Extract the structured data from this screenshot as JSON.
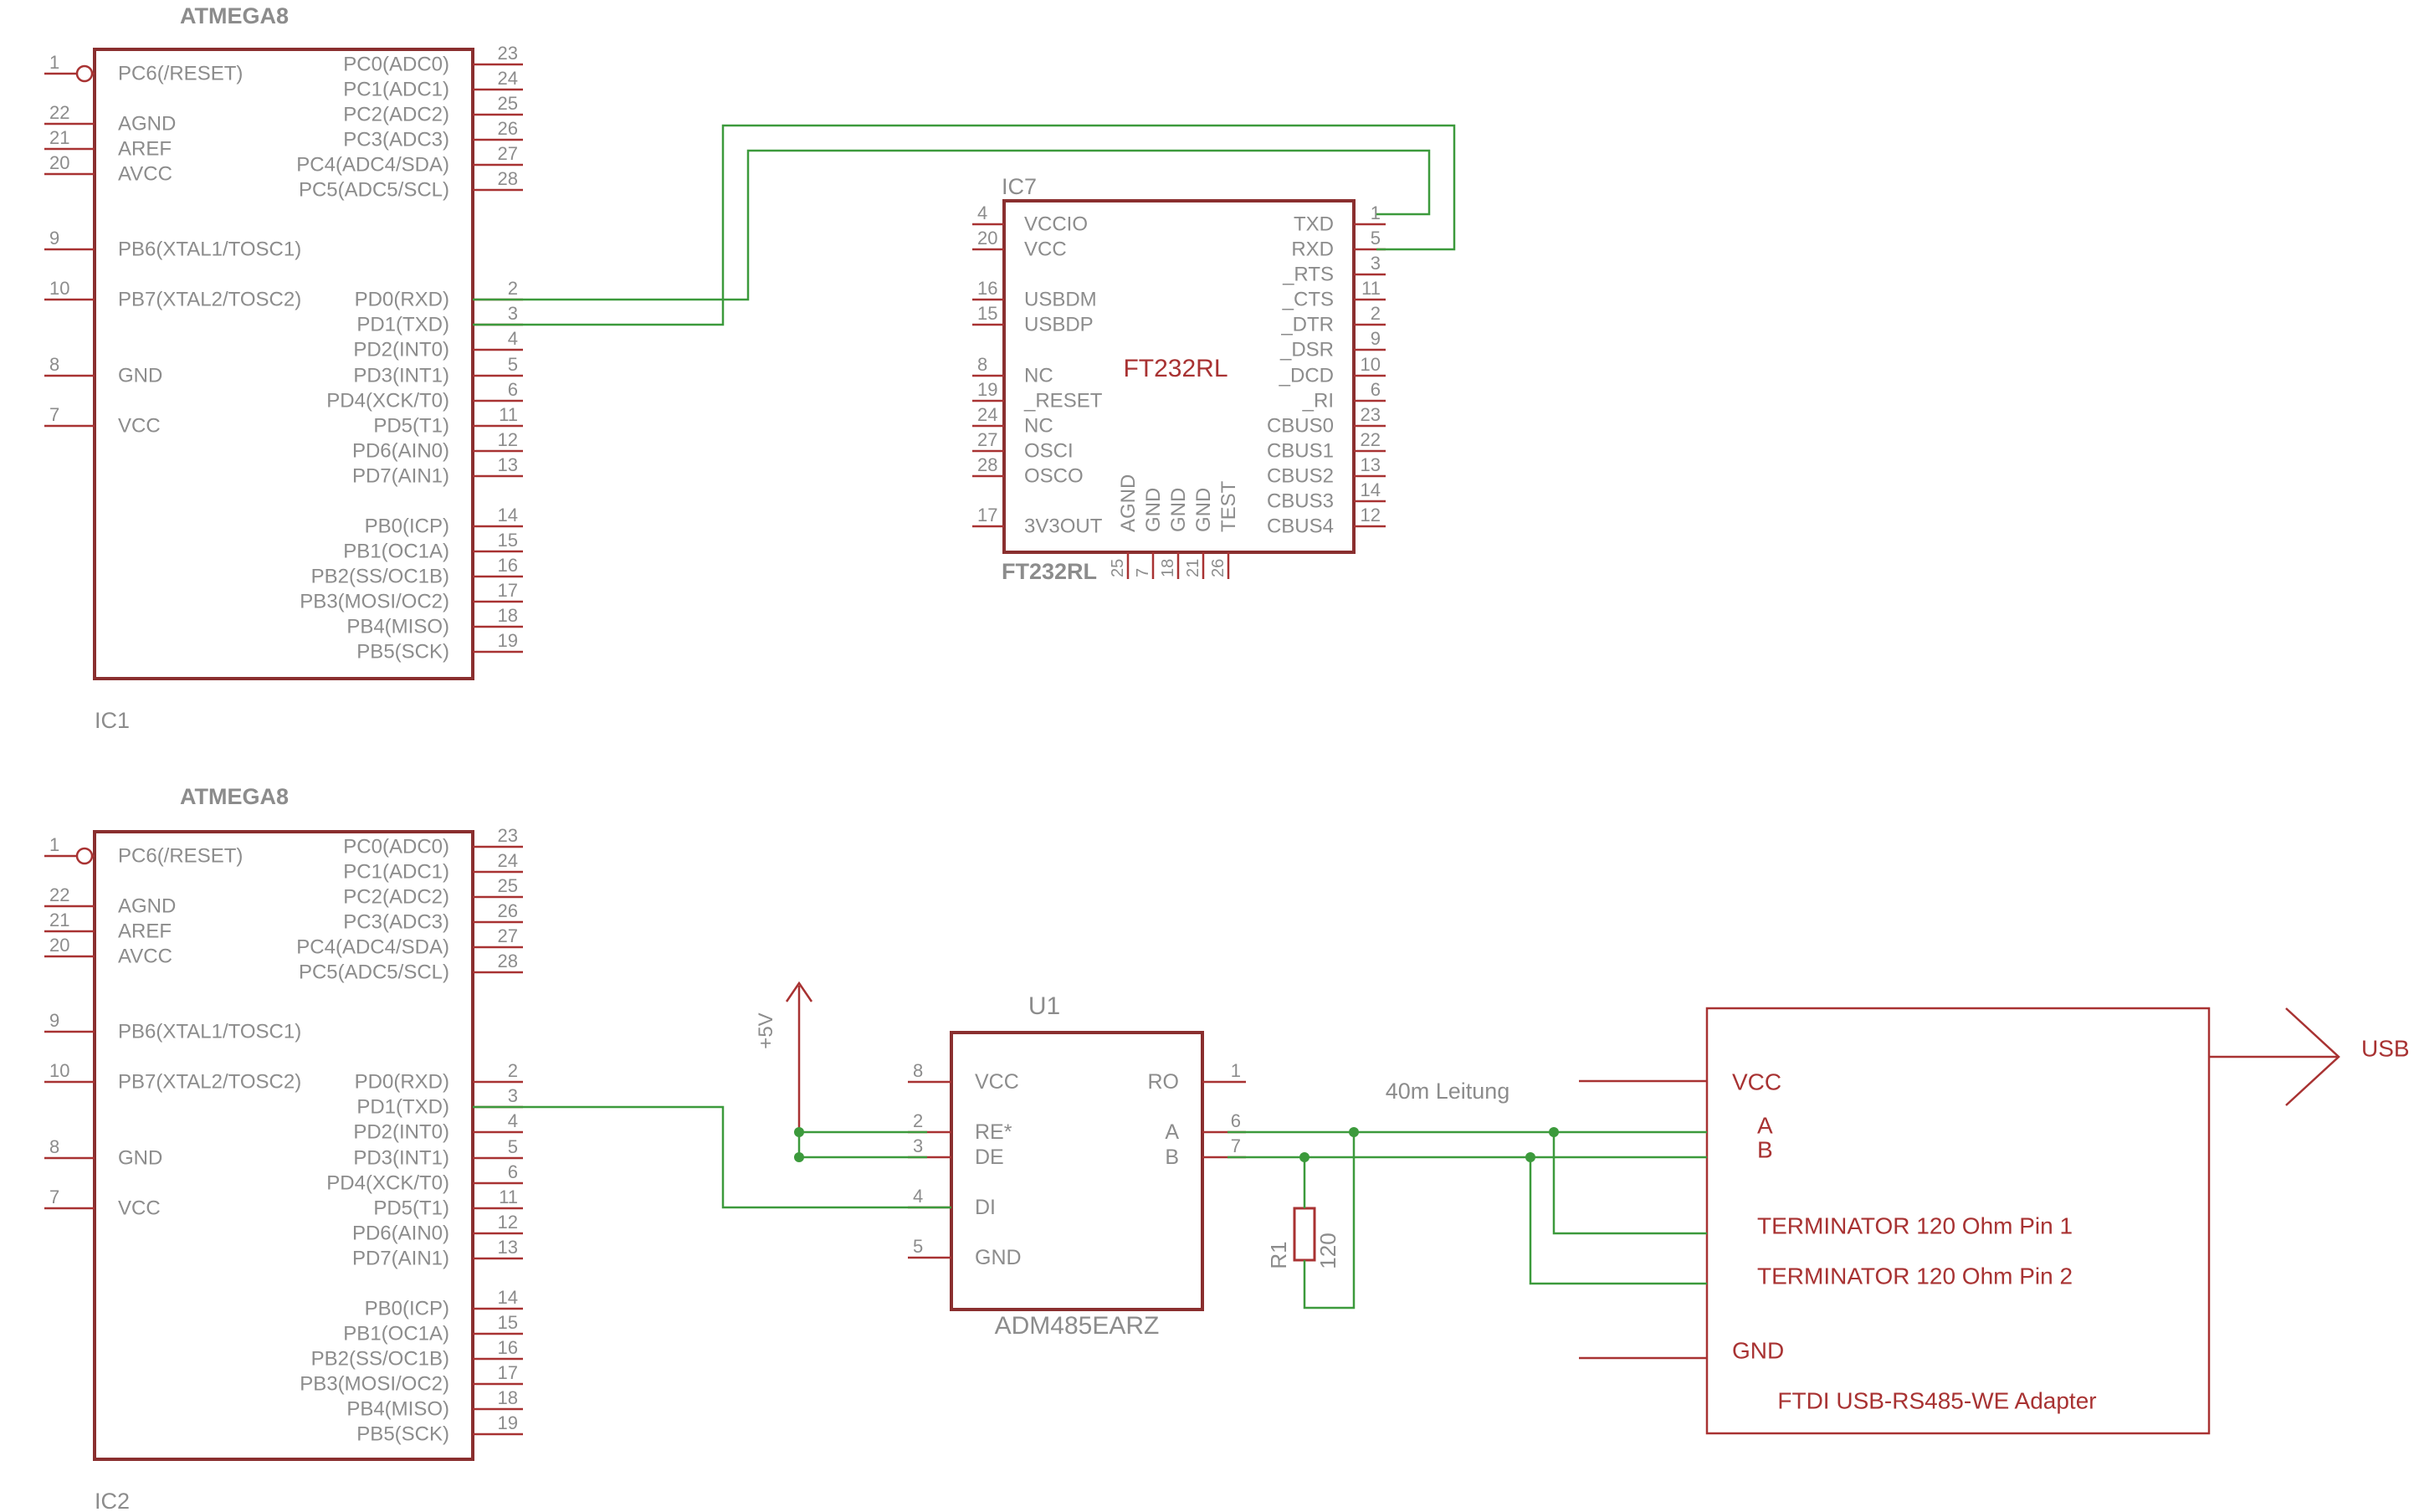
{
  "colors": {
    "part_body": "#8a2f2f",
    "pin_line": "#a83232",
    "wire": "#3c9a3c",
    "label_grey": "#8c8c8c",
    "label_red": "#a83232"
  },
  "ic1": {
    "value": "ATMEGA8",
    "name": "IC1",
    "left_pins": [
      {
        "num": "1",
        "label": "PC6(/RESET)"
      },
      {
        "num": "22",
        "label": "AGND"
      },
      {
        "num": "21",
        "label": "AREF"
      },
      {
        "num": "20",
        "label": "AVCC"
      },
      {
        "num": "9",
        "label": "PB6(XTAL1/TOSC1)"
      },
      {
        "num": "10",
        "label": "PB7(XTAL2/TOSC2)"
      },
      {
        "num": "8",
        "label": "GND"
      },
      {
        "num": "7",
        "label": "VCC"
      }
    ],
    "right_pins": [
      {
        "num": "23",
        "label": "PC0(ADC0)"
      },
      {
        "num": "24",
        "label": "PC1(ADC1)"
      },
      {
        "num": "25",
        "label": "PC2(ADC2)"
      },
      {
        "num": "26",
        "label": "PC3(ADC3)"
      },
      {
        "num": "27",
        "label": "PC4(ADC4/SDA)"
      },
      {
        "num": "28",
        "label": "PC5(ADC5/SCL)"
      },
      {
        "num": "2",
        "label": "PD0(RXD)"
      },
      {
        "num": "3",
        "label": "PD1(TXD)"
      },
      {
        "num": "4",
        "label": "PD2(INT0)"
      },
      {
        "num": "5",
        "label": "PD3(INT1)"
      },
      {
        "num": "6",
        "label": "PD4(XCK/T0)"
      },
      {
        "num": "11",
        "label": "PD5(T1)"
      },
      {
        "num": "12",
        "label": "PD6(AIN0)"
      },
      {
        "num": "13",
        "label": "PD7(AIN1)"
      },
      {
        "num": "14",
        "label": "PB0(ICP)"
      },
      {
        "num": "15",
        "label": "PB1(OC1A)"
      },
      {
        "num": "16",
        "label": "PB2(SS/OC1B)"
      },
      {
        "num": "17",
        "label": "PB3(MOSI/OC2)"
      },
      {
        "num": "18",
        "label": "PB4(MISO)"
      },
      {
        "num": "19",
        "label": "PB5(SCK)"
      }
    ]
  },
  "ic2": {
    "value": "ATMEGA8",
    "name": "IC2"
  },
  "ic7": {
    "name": "IC7",
    "value": "FT232RL",
    "center_label": "FT232RL",
    "left_pins": [
      {
        "num": "4",
        "label": "VCCIO"
      },
      {
        "num": "20",
        "label": "VCC"
      },
      {
        "num": "16",
        "label": "USBDM"
      },
      {
        "num": "15",
        "label": "USBDP"
      },
      {
        "num": "8",
        "label": "NC"
      },
      {
        "num": "19",
        "label": "_RESET"
      },
      {
        "num": "24",
        "label": "NC"
      },
      {
        "num": "27",
        "label": "OSCI"
      },
      {
        "num": "28",
        "label": "OSCO"
      },
      {
        "num": "17",
        "label": "3V3OUT"
      }
    ],
    "right_pins": [
      {
        "num": "1",
        "label": "TXD"
      },
      {
        "num": "5",
        "label": "RXD"
      },
      {
        "num": "3",
        "label": "_RTS"
      },
      {
        "num": "11",
        "label": "_CTS"
      },
      {
        "num": "2",
        "label": "_DTR"
      },
      {
        "num": "9",
        "label": "_DSR"
      },
      {
        "num": "10",
        "label": "_DCD"
      },
      {
        "num": "6",
        "label": "_RI"
      },
      {
        "num": "23",
        "label": "CBUS0"
      },
      {
        "num": "22",
        "label": "CBUS1"
      },
      {
        "num": "13",
        "label": "CBUS2"
      },
      {
        "num": "14",
        "label": "CBUS3"
      },
      {
        "num": "12",
        "label": "CBUS4"
      }
    ],
    "bottom_pins": [
      {
        "num": "25",
        "label": "AGND"
      },
      {
        "num": "7",
        "label": "GND"
      },
      {
        "num": "18",
        "label": "GND"
      },
      {
        "num": "21",
        "label": "GND"
      },
      {
        "num": "26",
        "label": "TEST"
      }
    ]
  },
  "u1": {
    "name": "U1",
    "value": "ADM485EARZ",
    "left_pins": [
      {
        "num": "8",
        "label": "VCC"
      },
      {
        "num": "2",
        "label": "RE*"
      },
      {
        "num": "3",
        "label": "DE"
      },
      {
        "num": "4",
        "label": "DI"
      },
      {
        "num": "5",
        "label": "GND"
      }
    ],
    "right_pins": [
      {
        "num": "1",
        "label": "RO"
      },
      {
        "num": "6",
        "label": "A"
      },
      {
        "num": "7",
        "label": "B"
      }
    ]
  },
  "power": {
    "label": "+5V"
  },
  "r1": {
    "name": "R1",
    "value": "120"
  },
  "cable_label": "40m Leitung",
  "adapter": {
    "pins": {
      "vcc": "VCC",
      "a": "A",
      "b": "B",
      "term1": "TERMINATOR 120 Ohm Pin 1",
      "term2": "TERMINATOR 120 Ohm Pin 2",
      "gnd": "GND"
    },
    "title": "FTDI USB-RS485-WE Adapter",
    "usb_label": "USB"
  }
}
